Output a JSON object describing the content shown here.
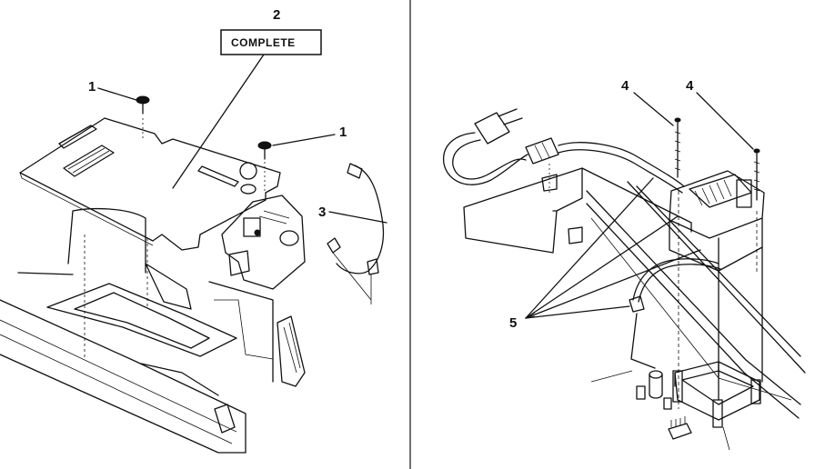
{
  "callouts": {
    "complete_box": "COMPLETE",
    "label_2": "2",
    "label_1_left": "1",
    "label_1_right": "1",
    "label_3": "3",
    "label_4_left": "4",
    "label_4_right": "4",
    "label_5": "5"
  }
}
